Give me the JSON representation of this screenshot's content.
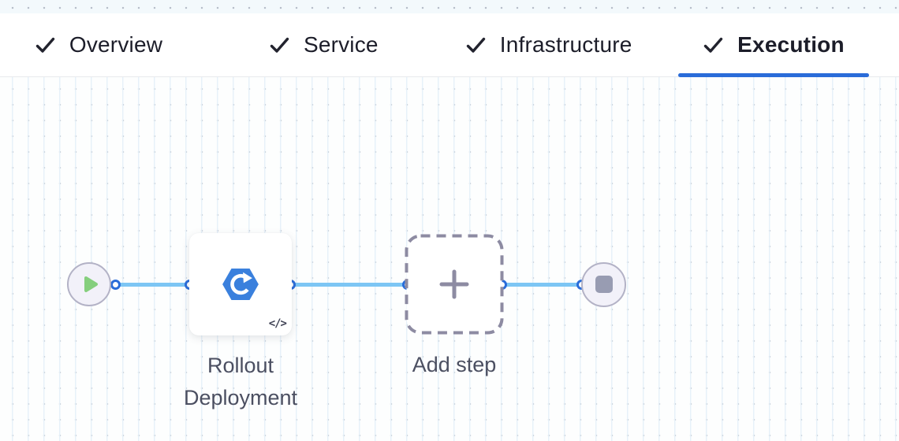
{
  "tabs": [
    {
      "label": "Overview",
      "state": "completed",
      "active": false
    },
    {
      "label": "Service",
      "state": "completed",
      "active": false
    },
    {
      "label": "Infrastructure",
      "state": "completed",
      "active": false
    },
    {
      "label": "Execution",
      "state": "completed",
      "active": true
    }
  ],
  "canvas": {
    "start_node": {
      "icon": "play-icon"
    },
    "step": {
      "label": "Rollout Deployment",
      "icon": "rollout-deployment-hexagon-icon",
      "code_badge": "</>"
    },
    "add_step": {
      "label": "Add step",
      "icon": "plus-icon"
    },
    "end_node": {
      "icon": "stop-icon"
    },
    "colors": {
      "accent_blue": "#2a6cd9",
      "flow_line_blue": "#7dc6f4",
      "step_icon_blue": "#3a80dd",
      "play_green": "#85cf7d",
      "node_gray": "#989cb2",
      "dashed_gray": "#8d8ba2",
      "node_border": "#b3b2c6",
      "node_fill": "#f2f1f9"
    }
  }
}
